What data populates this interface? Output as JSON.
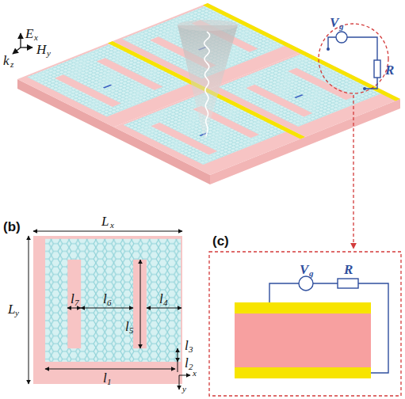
{
  "diagram": {
    "labels": [
      "E",
      "x",
      "k",
      "z",
      "H",
      "y",
      "V",
      "g",
      "R",
      "(b)",
      "L",
      "x",
      "L",
      "y",
      "l",
      "7",
      "l",
      "6",
      "l",
      "4",
      "l",
      "5",
      "l",
      "3",
      "l",
      "2",
      "l",
      "1",
      "x",
      "y",
      "(c)",
      "V",
      "g",
      "R"
    ]
  }
}
